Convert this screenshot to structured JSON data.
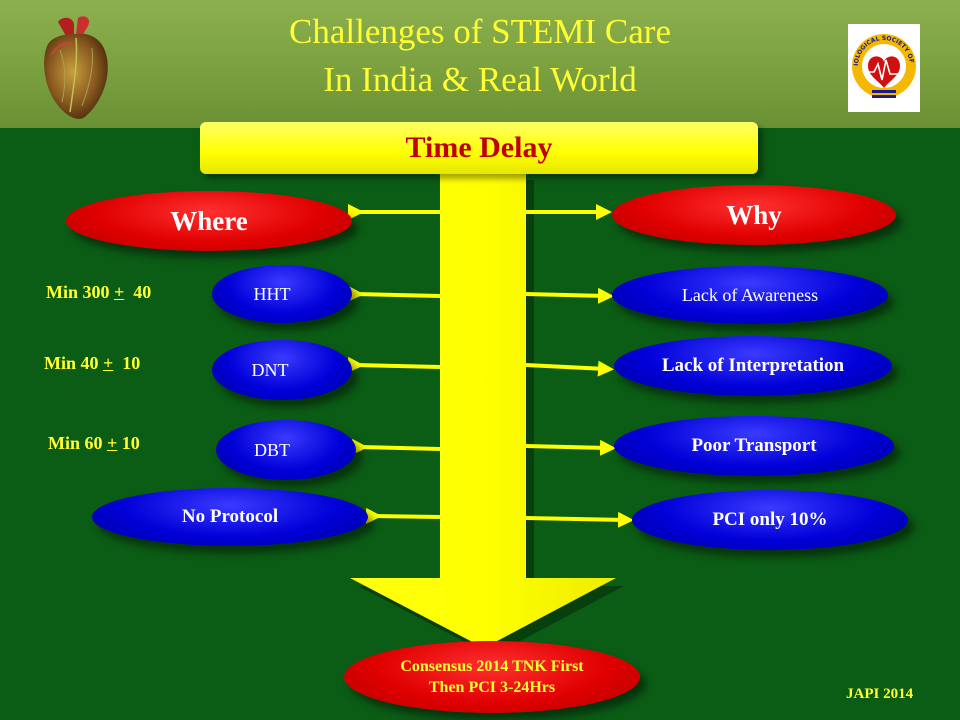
{
  "header": {
    "title_line1": "Challenges of STEMI Care",
    "title_line2": "In India & Real World",
    "logo_left_icon": "heart-icon",
    "logo_right_icon": "cardiological-society-of-india-logo",
    "logo_right_text": "CARDIOLOGICAL SOCIETY OF INDIA"
  },
  "banner": {
    "label": "Time Delay"
  },
  "left": {
    "header": "Where",
    "items": [
      {
        "label": "HHT",
        "metric_prefix": "Min 300 ",
        "metric_pm": "+",
        "metric_suffix": "  40"
      },
      {
        "label": "DNT",
        "metric_prefix": "Min 40 ",
        "metric_pm": "+",
        "metric_suffix": "  10"
      },
      {
        "label": "DBT",
        "metric_prefix": "Min 60 ",
        "metric_pm": "+",
        "metric_suffix": " 10"
      },
      {
        "label": "No Protocol"
      }
    ]
  },
  "right": {
    "header": "Why",
    "items": [
      {
        "label": "Lack of  Awareness"
      },
      {
        "label": "Lack of  Interpretation"
      },
      {
        "label": "Poor Transport"
      },
      {
        "label": "PCI only 10%"
      }
    ]
  },
  "consensus": {
    "line1": "Consensus 2014 TNK First",
    "line2": "Then PCI 3-24Hrs"
  },
  "footer": {
    "source": "JAPI 2014"
  },
  "colors": {
    "background": "#0b5c15",
    "header_green": "#7aa040",
    "title_yellow": "#ffff33",
    "arrow_yellow": "#ffff00",
    "red_pill": "#e00000",
    "blue_pill": "#0000d8",
    "banner_text": "#c00000"
  }
}
